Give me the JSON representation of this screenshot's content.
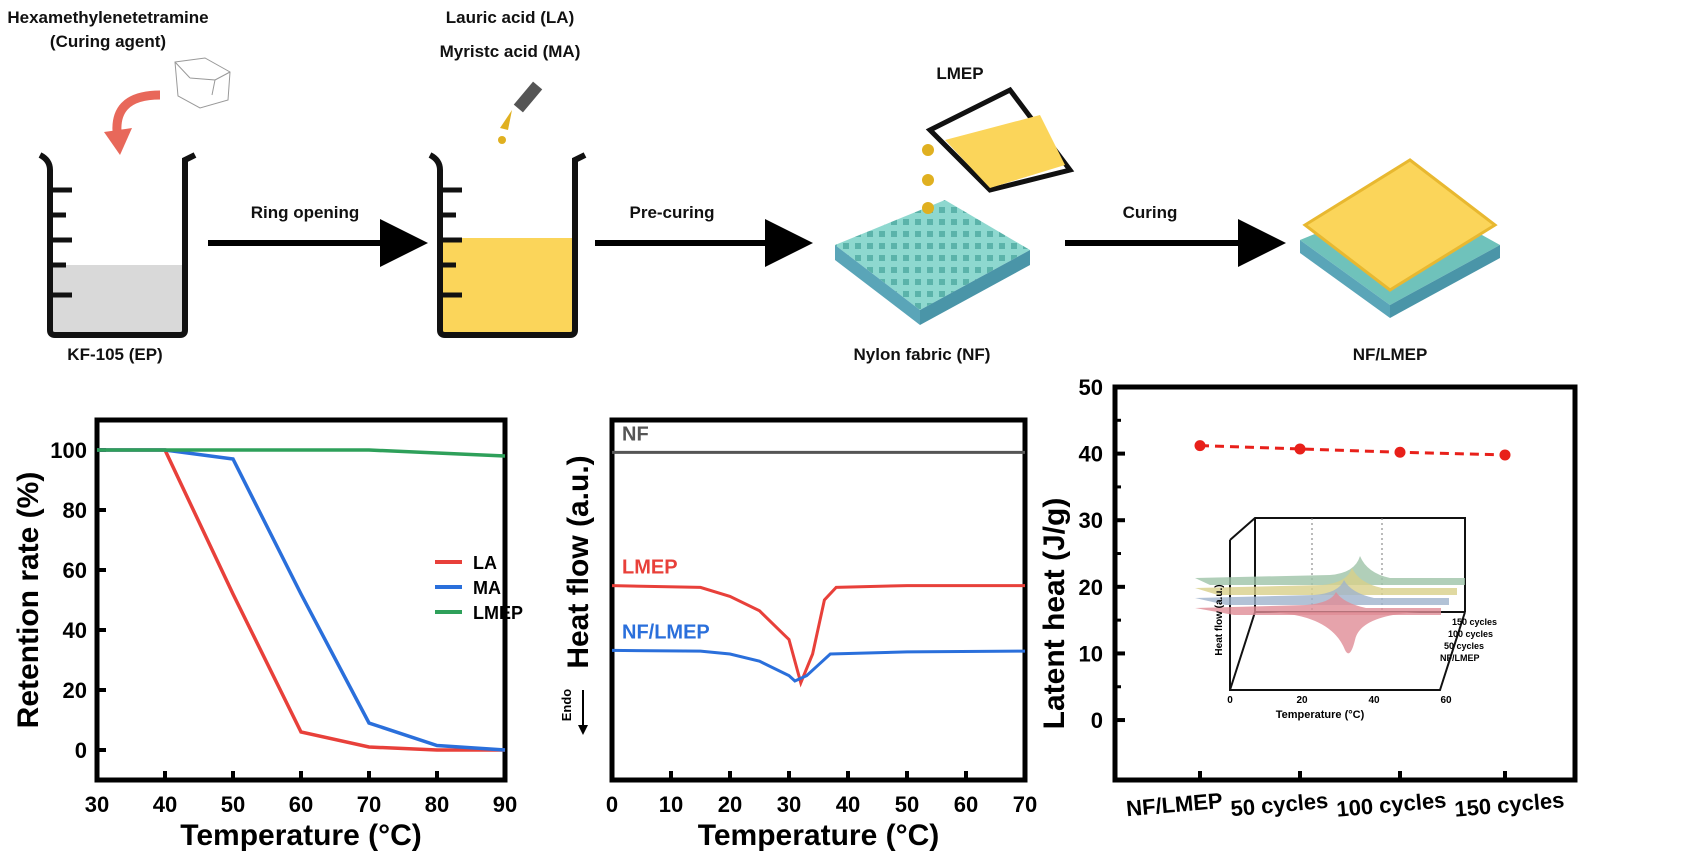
{
  "schematic": {
    "curing_agent": "Hexamethylenetetramine",
    "curing_agent_note": "(Curing agent)",
    "acid1": "Lauric acid (LA)",
    "acid2": "Myristc acid (MA)",
    "lmep": "LMEP",
    "step1": "Ring opening",
    "step2": "Pre-curing",
    "step3": "Curing",
    "label_ep": "KF-105 (EP)",
    "label_nf": "Nylon fabric (NF)",
    "label_product": "NF/LMEP",
    "colors": {
      "resin": "#fbd55a",
      "fabric": "#7fd1c8",
      "ep": "#d9d9d9",
      "arrow": "#e8685a"
    }
  },
  "chart_data": [
    {
      "type": "line",
      "xlabel": "Temperature (°C)",
      "ylabel": "Retention rate (%)",
      "xlim": [
        30,
        90
      ],
      "ylim": [
        -10,
        110
      ],
      "xticks": [
        30,
        40,
        50,
        60,
        70,
        80,
        90
      ],
      "yticks": [
        0,
        20,
        40,
        60,
        80,
        100
      ],
      "legend_position": "right",
      "x": [
        30,
        40,
        50,
        60,
        70,
        80,
        90
      ],
      "series": [
        {
          "name": "LA",
          "color": "#e8403a",
          "values": [
            100,
            100,
            52,
            6,
            1,
            0,
            0
          ]
        },
        {
          "name": "MA",
          "color": "#2a6fdb",
          "values": [
            100,
            100,
            97,
            52,
            9,
            1.5,
            0
          ]
        },
        {
          "name": "LMEP",
          "color": "#2ea05a",
          "values": [
            100,
            100,
            100,
            100,
            100,
            99,
            98
          ]
        }
      ]
    },
    {
      "type": "line",
      "xlabel": "Temperature (°C)",
      "ylabel": "Heat flow (a.u.)",
      "endo_label": "Endo",
      "xlim": [
        0,
        70
      ],
      "ylim": [
        0,
        100
      ],
      "xticks": [
        0,
        10,
        20,
        30,
        40,
        50,
        60,
        70
      ],
      "series": [
        {
          "name": "NF",
          "color": "#555555",
          "x": [
            0,
            70
          ],
          "values": [
            91,
            91
          ]
        },
        {
          "name": "LMEP",
          "color": "#e8403a",
          "x": [
            0,
            15,
            20,
            25,
            30,
            32,
            34,
            36,
            38,
            50,
            70
          ],
          "values": [
            54,
            53.5,
            51,
            47,
            39,
            27,
            35,
            50,
            53.5,
            54,
            54
          ]
        },
        {
          "name": "NF/LMEP",
          "color": "#2a6fdb",
          "x": [
            0,
            15,
            20,
            25,
            30,
            31,
            33,
            35,
            37,
            50,
            70
          ],
          "values": [
            36,
            35.8,
            35,
            33,
            29,
            27.5,
            29,
            32,
            35,
            35.6,
            35.8
          ]
        }
      ]
    },
    {
      "type": "scatter",
      "xlabel": "",
      "ylabel": "Latent heat (J/g)",
      "ylim": [
        -9,
        50
      ],
      "yticks": [
        0,
        10,
        20,
        30,
        40,
        50
      ],
      "categories": [
        "NF/LMEP",
        "50 cycles",
        "100 cycles",
        "150 cycles"
      ],
      "values": [
        41.2,
        40.7,
        40.2,
        39.8
      ],
      "color": "#e8201a",
      "inset": {
        "ylabel": "Heat flow (a.u.)",
        "xlabel": "Temperature (°C)",
        "xticks": [
          0,
          20,
          40,
          60
        ],
        "series": [
          "150 cycles",
          "100 cycles",
          "50 cycles",
          "NF/LMEP"
        ],
        "colors": [
          "#9dc3a8",
          "#d8d08a",
          "#9fb3cc",
          "#e08c96"
        ]
      }
    }
  ]
}
